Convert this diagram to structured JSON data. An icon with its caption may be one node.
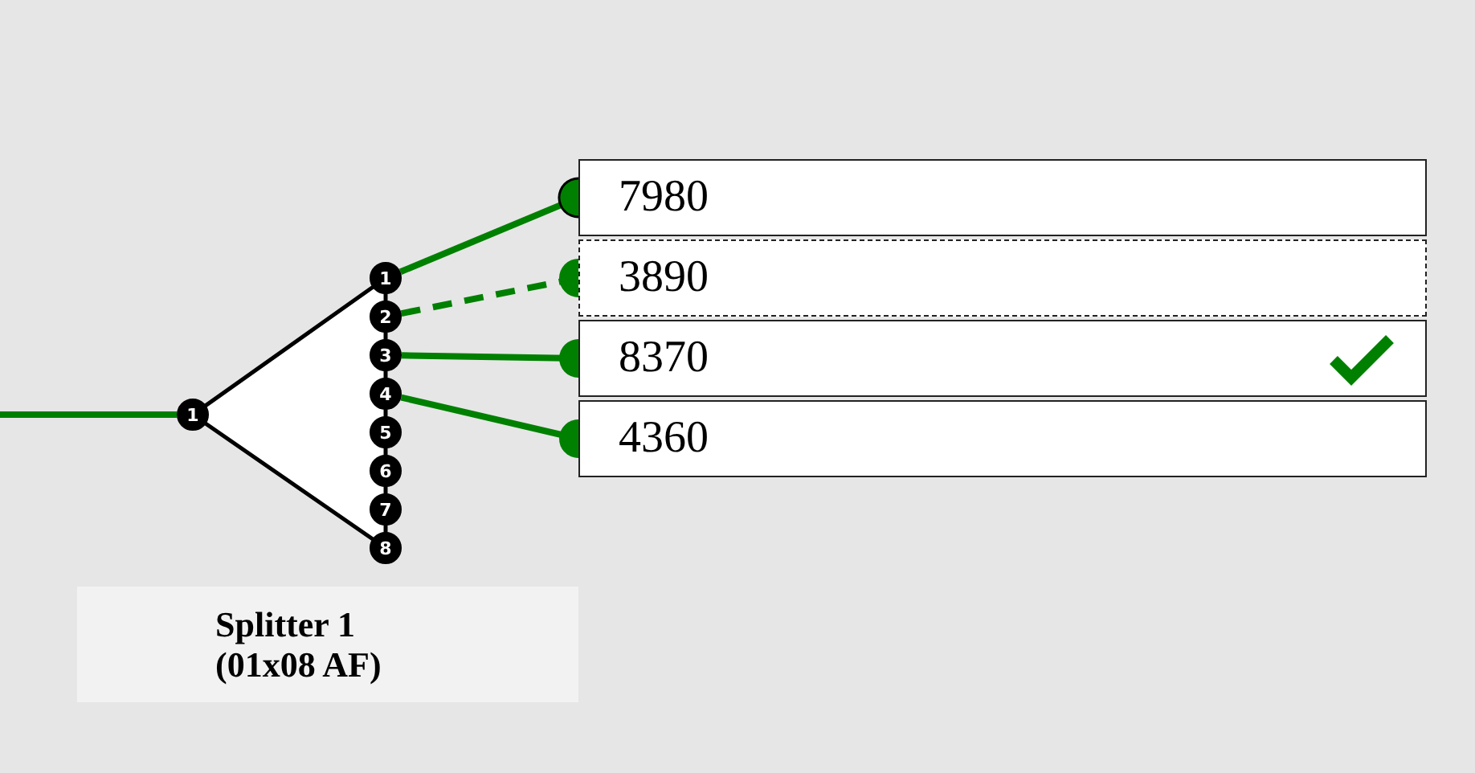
{
  "diagram": {
    "nodes": [
      {
        "text": [
          "1"
        ]
      },
      {
        "text": [
          "1"
        ]
      },
      {
        "text": [
          "2"
        ]
      },
      {
        "text": [
          "3"
        ]
      },
      {
        "text": [
          "4"
        ]
      },
      {
        "text": [
          "5"
        ]
      },
      {
        "text": [
          "6"
        ]
      },
      {
        "text": [
          "7"
        ]
      },
      {
        "text": [
          "8"
        ]
      },
      {
        "text": [
          "Splitter 1 (01x08 AF)"
        ]
      },
      {
        "text": [
          "7980"
        ]
      },
      {
        "text": [
          "3890"
        ]
      },
      {
        "text": [
          "8370"
        ]
      },
      {
        "text": [
          "4360"
        ]
      }
    ],
    "edges": [
      {
        "from": null,
        "to": 0,
        "arrow": "none",
        "color": "#008000"
      },
      {
        "from": 1,
        "to": 10,
        "arrow": "other",
        "color": "#008000"
      },
      {
        "from": 2,
        "to": 11,
        "arrow": "other",
        "style": "dashed",
        "color": "#008000"
      },
      {
        "from": 3,
        "to": 12,
        "arrow": "other",
        "color": "#008000"
      },
      {
        "from": 4,
        "to": 13,
        "arrow": "other",
        "color": "#008000"
      }
    ]
  }
}
